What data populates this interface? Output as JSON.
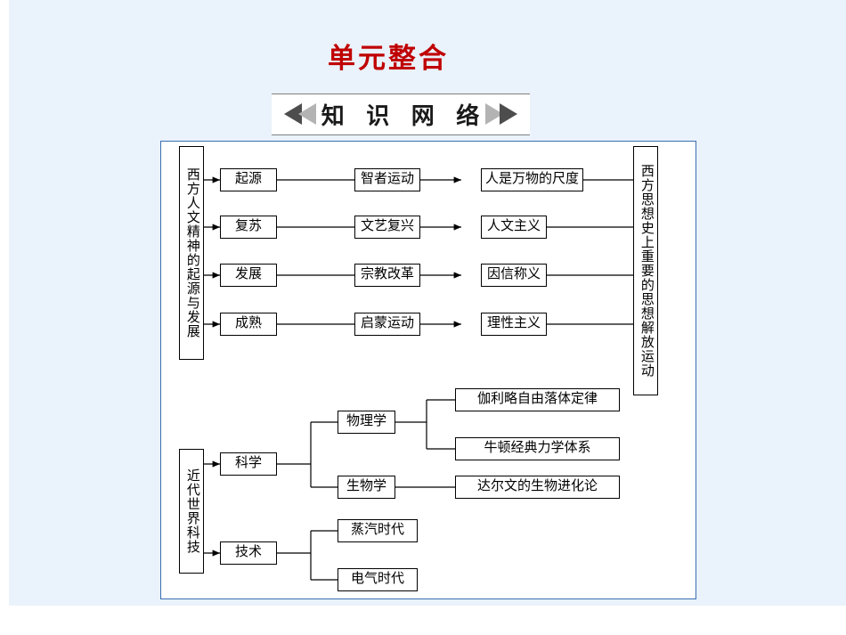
{
  "slide": {
    "title": "单元整合",
    "banner": "知 识 网 络",
    "accent_color": "#c00000",
    "background_color": "#eaf2fb",
    "diagram_border_color": "#3a6fb0"
  },
  "diagram": {
    "nodes": {
      "left_vertical_1": "西方人文精神的起源与发展",
      "left_vertical_2": "近代世界科技",
      "right_vertical": "西方思想史上重要的思想解放运动",
      "stage_1": "起源",
      "stage_2": "复苏",
      "stage_3": "发展",
      "stage_4": "成熟",
      "movement_1": "智者运动",
      "movement_2": "文艺复兴",
      "movement_3": "宗教改革",
      "movement_4": "启蒙运动",
      "idea_1": "人是万物的尺度",
      "idea_2": "人文主义",
      "idea_3": "因信称义",
      "idea_4": "理性主义",
      "science": "科学",
      "technology": "技术",
      "physics": "物理学",
      "biology": "生物学",
      "physics_item_1": "伽利略自由落体定律",
      "physics_item_2": "牛顿经典力学体系",
      "biology_item_1": "达尔文的生物进化论",
      "tech_item_1": "蒸汽时代",
      "tech_item_2": "电气时代"
    }
  }
}
